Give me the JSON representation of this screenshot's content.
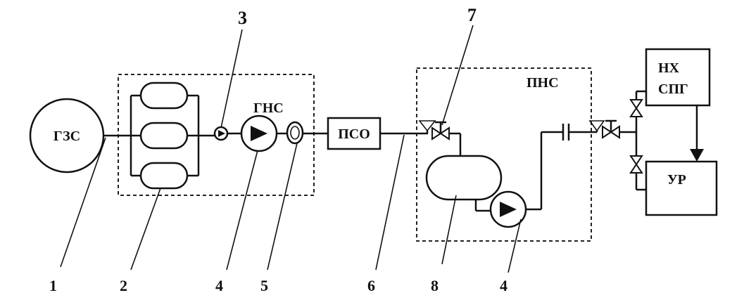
{
  "units": {
    "gzs": "ГЗС",
    "gns": "ГНС",
    "pso": "ПСО",
    "pns": "ПНС",
    "nx_line1": "НХ",
    "nx_line2": "СПГ",
    "ur": "УР"
  },
  "callouts": {
    "n1": "1",
    "n2": "2",
    "n3": "3",
    "n4a": "4",
    "n5": "5",
    "n6": "6",
    "n7": "7",
    "n8": "8",
    "n4b": "4"
  }
}
